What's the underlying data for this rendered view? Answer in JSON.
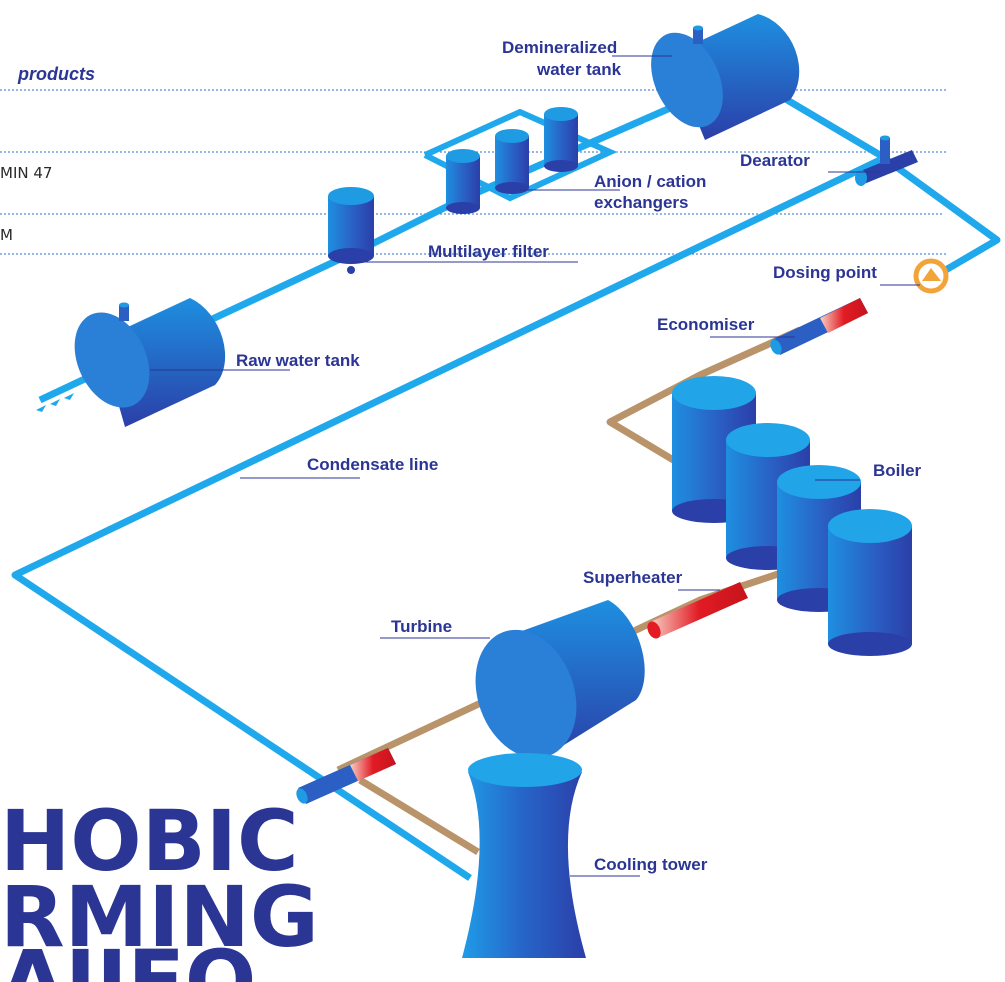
{
  "side_panel": {
    "title": "products",
    "row1": "MIN 47",
    "row2": "M"
  },
  "headline": [
    "HOBIC",
    "RMING"
  ],
  "labels": {
    "demineralized_line1": "Demineralized",
    "demineralized_line2": "water tank",
    "dearator": "Dearator",
    "anion_line1": "Anion / cation",
    "anion_line2": "exchangers",
    "multilayer": "Multilayer filter",
    "dosing": "Dosing point",
    "economiser": "Economiser",
    "raw_water": "Raw water tank",
    "condensate": "Condensate line",
    "boiler": "Boiler",
    "superheater": "Superheater",
    "turbine": "Turbine",
    "cooling_tower": "Cooling tower"
  },
  "colors": {
    "pipe": "#1fa9ec",
    "steam_pipe": "#b9946a",
    "vessel_dark": "#2b3fa8",
    "vessel_light": "#1e9be3",
    "heater_red": "#e21b24",
    "dosing_ring": "#f2a33a",
    "label_text": "#2b3594"
  }
}
